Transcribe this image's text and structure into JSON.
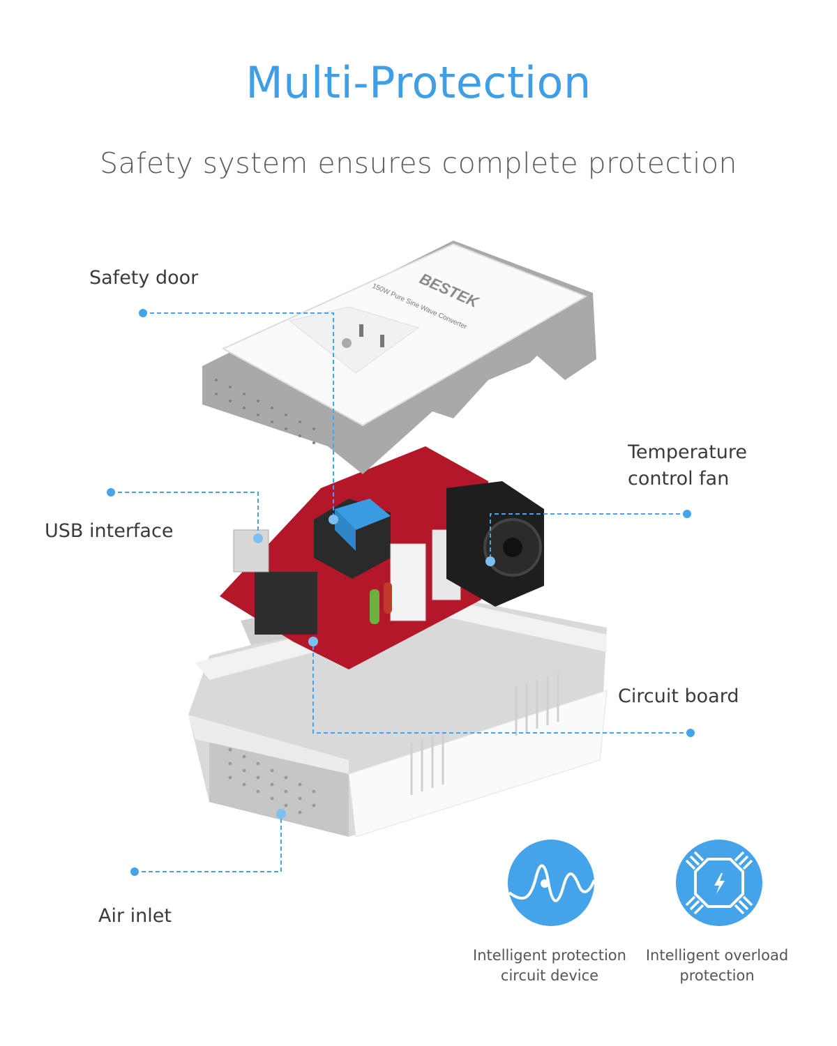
{
  "header": {
    "title": "Multi-Protection",
    "subtitle": "Safety system ensures complete protection"
  },
  "product": {
    "brand": "BESTEK",
    "model_text": "150W Pure Sine Wave Converter"
  },
  "callouts": [
    {
      "label": "Safety door"
    },
    {
      "label": "USB interface"
    },
    {
      "label": "Temperature control fan"
    },
    {
      "label": "Circuit board"
    },
    {
      "label": "Air inlet"
    }
  ],
  "features": [
    {
      "icon": "sine-wave-icon",
      "caption_line1": "Intelligent protection",
      "caption_line2": "circuit device"
    },
    {
      "icon": "chip-lightning-icon",
      "caption_line1": "Intelligent overload",
      "caption_line2": "protection"
    }
  ],
  "colors": {
    "accent": "#45a3ea",
    "text": "#3a3a3a",
    "board": "#b3182a"
  }
}
